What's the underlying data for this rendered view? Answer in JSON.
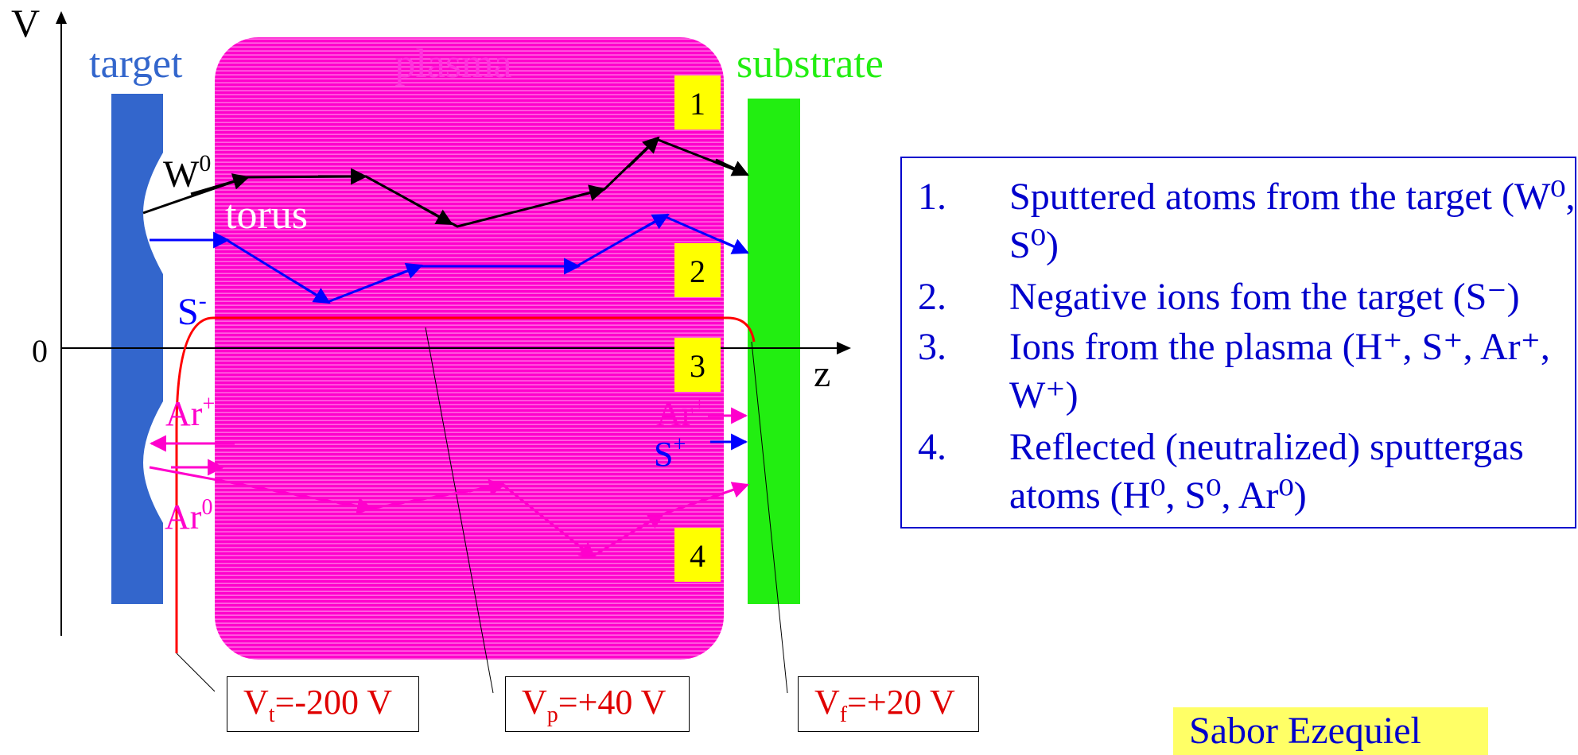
{
  "axis": {
    "v_label": "V",
    "z_label": "z",
    "zero_label": "0"
  },
  "regions": {
    "target": "target",
    "plasma": "plasma",
    "substrate": "substrate",
    "torus": "torus"
  },
  "markers": [
    "1",
    "2",
    "3",
    "4"
  ],
  "species": {
    "w0": {
      "base": "W",
      "sup": "0"
    },
    "s_minus": {
      "base": "S",
      "sup": "-"
    },
    "ar_plus_left": {
      "base": "Ar",
      "sup": "+"
    },
    "ar0": {
      "base": "Ar",
      "sup": "0"
    },
    "ar_plus_right": {
      "base": "Ar",
      "sup": "+"
    },
    "s_plus": {
      "base": "S",
      "sup": "+"
    }
  },
  "legend": [
    {
      "num": "1.",
      "text": "Sputtered atoms from the target (W⁰, S⁰)"
    },
    {
      "num": "2.",
      "text": "Negative ions fom the target (S⁻)"
    },
    {
      "num": "3.",
      "text": "Ions from the plasma (H⁺, S⁺, Ar⁺, W⁺)"
    },
    {
      "num": "4.",
      "text": "Reflected (neutralized) sputtergas atoms (H⁰, S⁰, Ar⁰)"
    }
  ],
  "potential_labels": {
    "vt": {
      "base": "V",
      "sub": "t",
      "value": "=-200 V"
    },
    "vp": {
      "base": "V",
      "sub": "p",
      "value": "=+40 V"
    },
    "vf": {
      "base": "V",
      "sub": "f",
      "value": "=+20 V"
    }
  },
  "footer": {
    "text": "Sabor Ezequiel"
  },
  "colors": {
    "target": "#3366cc",
    "plasma": "#ff00cc",
    "substrate": "#22ee11",
    "marker": "#ffff00",
    "path1": "#000000",
    "path2": "#0000ff",
    "path3": "#ff00cc",
    "potential": "#e00000",
    "text": "#0000cc"
  }
}
